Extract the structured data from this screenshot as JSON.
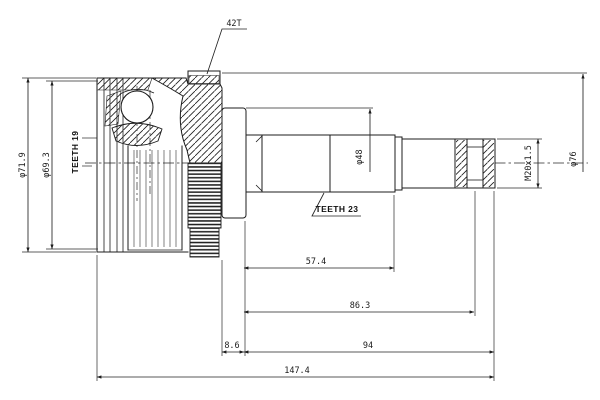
{
  "drawing": {
    "background": "#ffffff",
    "line_color": "#1c1c1c",
    "labels": {
      "tone_ring_teeth": "42T",
      "housing_outer_diameter": "φ71.9",
      "housing_groove_diameter": "φ69.3",
      "inner_spline_teeth": "TEETH 19",
      "damper_seat_diameter": "φ48",
      "shaft_spline_teeth": "TEETH 23",
      "thread_spec": "M20x1.5",
      "tone_ring_outer_diameter": "φ76"
    },
    "dimensions": {
      "spline_length": "57.4",
      "shaft_length": "86.3",
      "boot_seat_width": "8.6",
      "stem_length": "94",
      "overall_length": "147.4"
    }
  }
}
